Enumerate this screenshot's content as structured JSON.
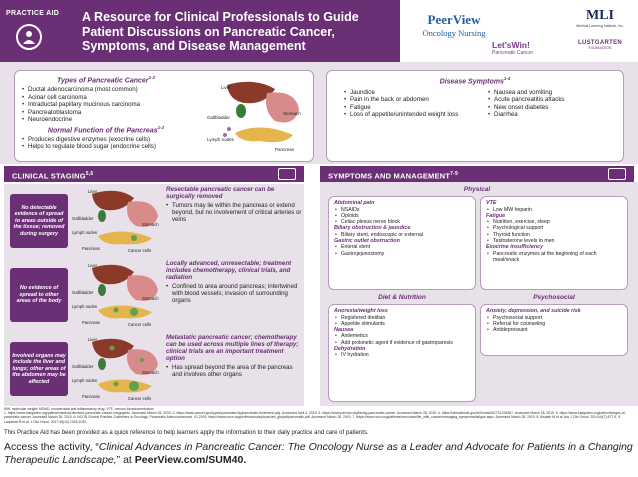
{
  "header": {
    "practice_aid": "PRACTICE AID",
    "title": "A Resource for Clinical Professionals to Guide Patient Discussions on Pancreatic Cancer, Symptoms, and Disease Management",
    "logos": {
      "peerview_1": "PeerView",
      "peerview_2": "Oncology Nursing",
      "letswin_1": "Let'sWin!",
      "letswin_2": "Pancreatic Cancer",
      "mli_1": "MLI",
      "mli_2": "Medical Learning Institute, Inc.",
      "lustgarten_1": "LUSTGARTEN",
      "lustgarten_2": "FOUNDATION"
    }
  },
  "types": {
    "heading": "Types of Pancreatic Cancer",
    "heading_sup": "1-2",
    "items": [
      "Ductal adenocarcinoma (most common)",
      "Acinar cell carcinoma",
      "Intraductal papillary mucinous carcinoma",
      "Pancreatoblastoma",
      "Neuroendocrine"
    ],
    "function_heading": "Normal Function of the Pancreas",
    "function_sup": "1-2",
    "function_items": [
      "Produces digestive enzymes (exocrine cells)",
      "Helps to regulate blood sugar (endocrine cells)"
    ],
    "diagram_labels": {
      "liver": "Liver",
      "stomach": "Stomach",
      "gallbladder": "Gallbladder",
      "lymph": "Lymph nodes",
      "pancreas": "Pancreas"
    }
  },
  "disease": {
    "heading": "Disease Symptoms",
    "heading_sup": "1-4",
    "col1": [
      "Jaundice",
      "Pain in the back or abdomen",
      "Fatigue",
      "Loss of appetite/unintended weight loss"
    ],
    "col2": [
      "Nausea and vomiting",
      "Acute pancreatitis attacks",
      "New onset diabetes",
      "Diarrhea"
    ]
  },
  "staging": {
    "bar_label": "CLINICAL STAGING",
    "bar_sup": "5,6",
    "rows": [
      {
        "label": "No detectable evidence of spread to areas outside of the tissue; removed during surgery",
        "head": "Resectable pancreatic cancer can be surgically removed",
        "bullet": "Tumors may lie within the pancreas or extend beyond, but no involvement of critical arteries or veins"
      },
      {
        "label": "No evidence of spread to other areas of the body",
        "head": "Locally advanced, unresectable; treatment includes chemotherapy, clinical trials, and radiation",
        "bullet": "Confined to area around pancreas; intertwined with blood vessels; invasion of surrounding organs"
      },
      {
        "label": "Involved organs may include the liver and lungs; other areas of the abdomen may be affected",
        "head": "Metastatic pancreatic cancer; chemotherapy can be used across multiple lines of therapy; clinical trials are an important treatment option",
        "bullet": "Has spread beyond the area of the pancreas and involves other organs"
      }
    ],
    "organ_labels": {
      "liver": "Liver",
      "gallbladder": "Gallbladder",
      "stomach": "Stomach",
      "lymph": "Lymph nodes",
      "pancreas": "Pancreas",
      "cancer": "Cancer cells"
    }
  },
  "management": {
    "bar_label": "SYMPTOMS AND MANAGEMENT",
    "bar_sup": "7-9",
    "physical_head": "Physical",
    "left": [
      {
        "cat": "Abdominal pain",
        "items": [
          "NSAIDs",
          "Opioids",
          "Celiac plexus nerve block"
        ]
      },
      {
        "cat": "Biliary obstruction & jaundice",
        "items": [
          "Biliary stent, endoscopic or external"
        ]
      },
      {
        "cat": "Gastric outlet obstruction",
        "items": [
          "Enteral stent",
          "Gastrojejunostomy"
        ]
      }
    ],
    "right": [
      {
        "cat": "VTE",
        "items": [
          "Low MW heparin"
        ]
      },
      {
        "cat": "Fatigue",
        "items": [
          "Nutrition, exercise, sleep",
          "Psychological support",
          "Thyroid function",
          "Testosterone levels in men"
        ]
      },
      {
        "cat": "Exocrine insufficiency",
        "items": [
          "Pancreatic enzymes at the beginning of each meal/snack"
        ]
      }
    ],
    "diet_head": "Diet & Nutrition",
    "diet": [
      {
        "cat": "Anorexia/weight loss",
        "items": [
          "Registered dietitian",
          "Appetite stimulants"
        ]
      },
      {
        "cat": "Nausea",
        "items": [
          "Antiemetics",
          "Add prokinetic agent if evidence of gastroparesis"
        ]
      },
      {
        "cat": "Dehydration",
        "items": [
          "IV hydration"
        ]
      }
    ],
    "psych_head": "Psychosocial",
    "psych": [
      {
        "cat": "Anxiety, depression, and suicide risk",
        "items": [
          "Psychosocial support",
          "Referral for counseling",
          "Antidepressant"
        ]
      }
    ]
  },
  "footer": {
    "abbrev": "MW, molecular weight; NSAID, nonsteroidal anti-inflammatory drug; VTE, venous thromboembolism.",
    "refs": "1. https://www.lustgarten.org/patient/medical-decision-pancreatic-cancer-infographic. Accessed March 28, 2019. 2. https://www.cancer.gov/types/pancreatic/hp/pancreatic-treatment-pdq. Accessed April 3, 2019. 3. https://www.pancan.org/facing-pancreatic-cancer. Accessed March 28, 2019. 4. https://clinicaltrials.gov/ct2/show/NCT01234567. Accessed March 28, 2019. 5. https://www.lustgarten.org/patient/stages-of-pancreatic-cancer. Accessed March 28, 2019. 6. NCCN Clinical Practice Guidelines in Oncology. Pancreatic Adenocarcinoma. V1.2019. https://www.nccn.org/professionals/physician_gls/pdf/pancreatic.pdf. Accessed March 28, 2019. 7. https://www.nccn.org/patients/resources/life_with_cancer/managing_symptoms/fatigue.aspx. Accessed March 28, 2019. 8. Alsaleh M et al. Am J Clin Oncol. 2014;44(7):877-9. 9. Laquente B et al. J Clin Oncol. 2017;35(12):1018-1032.",
    "practice_line": "This Practice Aid has been provided as a quick reference to help learners apply the information to their daily practice and care of patients.",
    "access_pre": "Access the activity, “",
    "access_title": "Clinical Advances in Pancreatic Cancer: The Oncology Nurse as a Leader and Advocate for Patients in a Changing Therapeutic Landscape,",
    "access_mid": "” at ",
    "access_url": "PeerView.com/SUM40."
  },
  "colors": {
    "brand_purple": "#6a2f74",
    "light_purple_bg": "#e8e1ea",
    "border_purple": "#b79cbd",
    "liver_brown": "#8b3a2a",
    "stomach_pink": "#d98b8b",
    "pancreas_yellow": "#e6b44c",
    "gallbladder_green": "#3d7a3a",
    "cancer_green": "#5fa24a"
  }
}
